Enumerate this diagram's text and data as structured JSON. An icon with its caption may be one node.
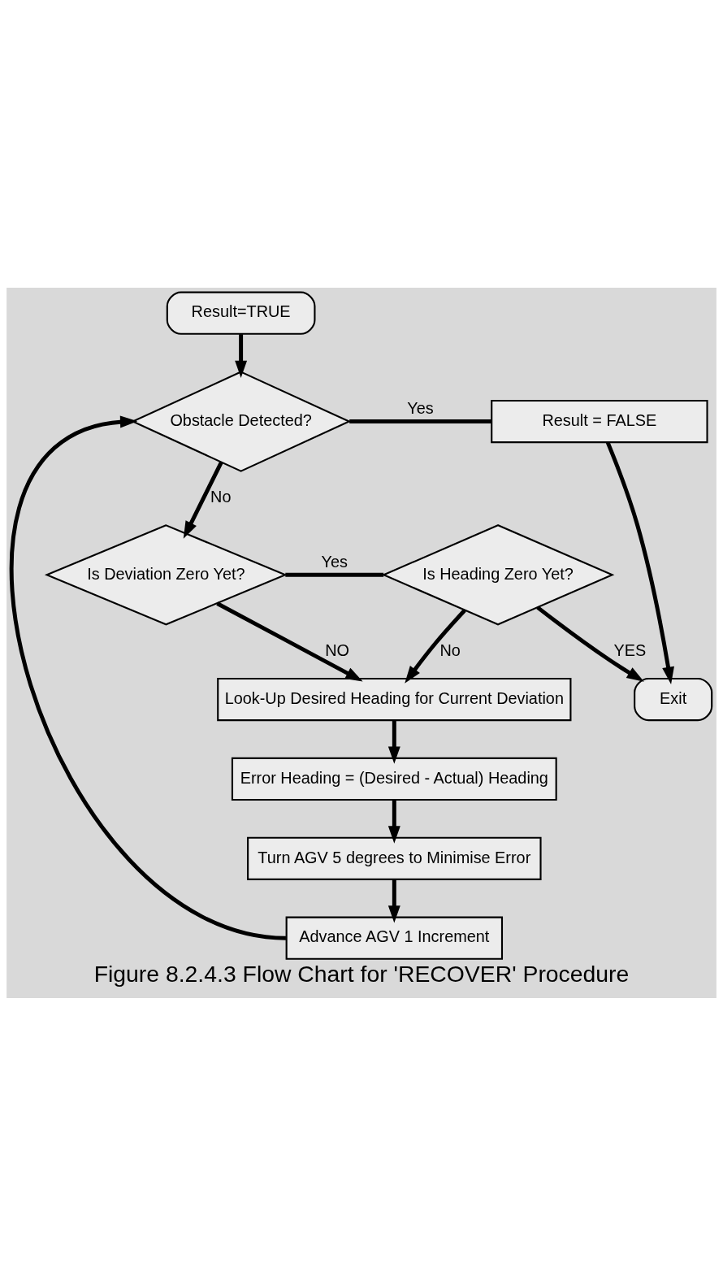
{
  "diagram": {
    "caption": "Figure 8.2.4.3 Flow Chart for 'RECOVER' Procedure",
    "nodes": [
      {
        "text": [
          "Result=TRUE"
        ]
      },
      {
        "text": [
          "Obstacle Detected?"
        ]
      },
      {
        "text": [
          "Result = FALSE"
        ]
      },
      {
        "text": [
          "Is Deviation Zero Yet?"
        ]
      },
      {
        "text": [
          "Is Heading Zero Yet?"
        ]
      },
      {
        "text": [
          "Look-Up Desired Heading for Current Deviation"
        ]
      },
      {
        "text": [
          "Error Heading = (Desired - Actual) Heading"
        ]
      },
      {
        "text": [
          "Turn AGV 5 degrees to Minimise Error"
        ]
      },
      {
        "text": [
          "Advance AGV 1 Increment"
        ]
      },
      {
        "text": [
          "Exit"
        ]
      }
    ],
    "edges": [
      {
        "from": 0,
        "to": 1,
        "arrow": "to"
      },
      {
        "from": 1,
        "to": 2,
        "arrow": "none",
        "label": "Yes"
      },
      {
        "from": 1,
        "to": 3,
        "arrow": "to",
        "label": "No"
      },
      {
        "from": 2,
        "to": 9,
        "arrow": "to"
      },
      {
        "from": 3,
        "to": 4,
        "arrow": "none",
        "label": "Yes"
      },
      {
        "from": 3,
        "to": 5,
        "arrow": "to",
        "label": "NO"
      },
      {
        "from": 4,
        "to": 9,
        "arrow": "to",
        "label": "YES"
      },
      {
        "from": 4,
        "to": 5,
        "arrow": "to",
        "label": "No"
      },
      {
        "from": 5,
        "to": 6,
        "arrow": "to"
      },
      {
        "from": 6,
        "to": 7,
        "arrow": "to"
      },
      {
        "from": 7,
        "to": 8,
        "arrow": "to"
      },
      {
        "from": 8,
        "to": 1,
        "arrow": "to"
      }
    ]
  }
}
